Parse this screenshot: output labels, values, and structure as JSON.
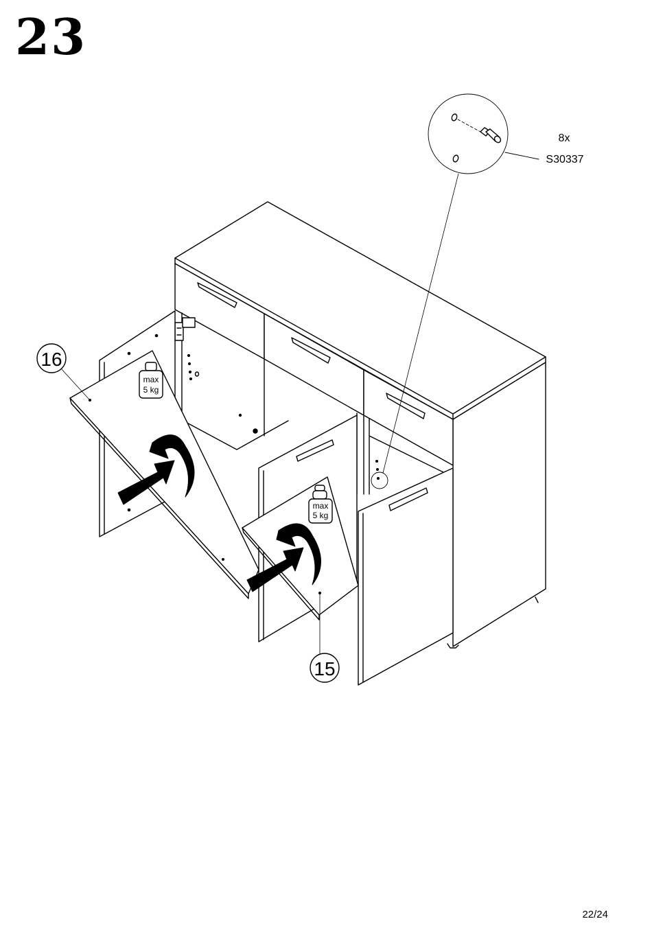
{
  "step": {
    "number": "23"
  },
  "hardware": {
    "quantity": "8x",
    "part_code": "S30337"
  },
  "parts": {
    "left_shelf": "16",
    "right_shelf": "15"
  },
  "weight_limit": {
    "label_top": "max",
    "label_bottom": "5 kg"
  },
  "page": {
    "indicator": "22/24"
  }
}
